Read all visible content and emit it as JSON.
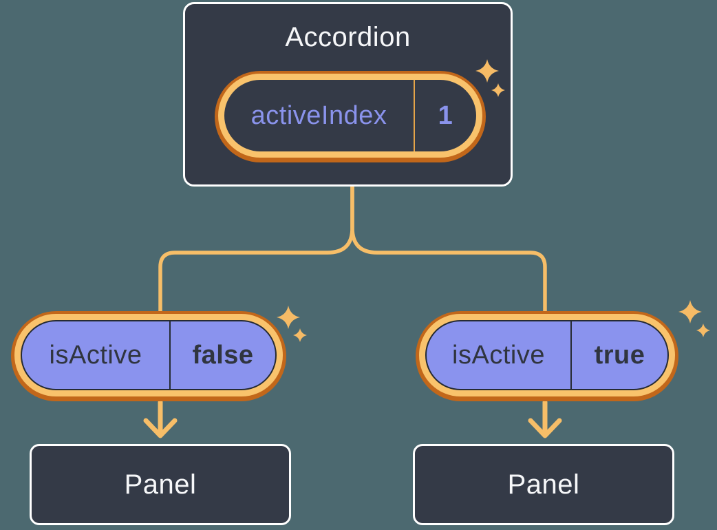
{
  "colors": {
    "background": "#4C6970",
    "node_bg": "#343A47",
    "node_border": "#FFFFFF",
    "node_text": "#F6F7F9",
    "pill_fill": "#8A93EE",
    "pill_text": "#30353F",
    "purple_text": "#8A93EC",
    "ring_outer": "#C2671A",
    "ring_inner": "#F9C36C",
    "divider_dark": "#262B33",
    "divider_light": "#E5A449",
    "connector": "#F7BE68",
    "sparkle": "#F6BB66"
  },
  "accordion": {
    "title": "Accordion",
    "state_name": "activeIndex",
    "state_value": "1"
  },
  "left_item": {
    "state_name": "isActive",
    "state_value": "false",
    "panel_label": "Panel"
  },
  "right_item": {
    "state_name": "isActive",
    "state_value": "true",
    "panel_label": "Panel"
  },
  "icons": {
    "sparkle": "sparkle-icon"
  }
}
